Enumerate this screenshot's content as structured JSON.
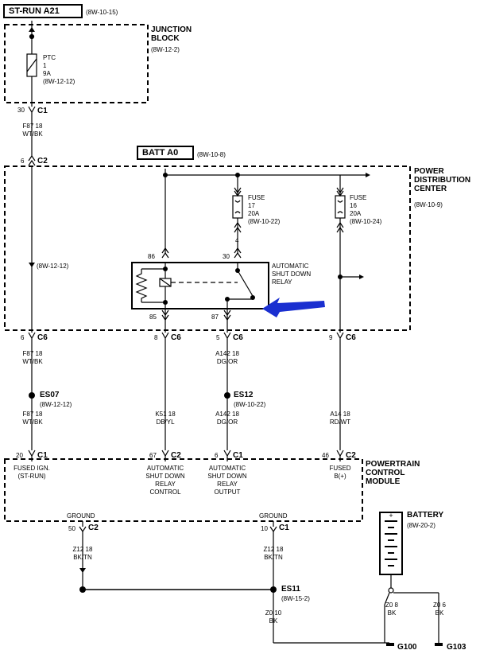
{
  "header": {
    "title": "ST-RUN A21",
    "ref": "(8W-10-15)"
  },
  "junction_block": {
    "title": "JUNCTION BLOCK",
    "ref": "(8W-12-2)",
    "ptc": {
      "name": "PTC",
      "num": "1",
      "rating": "9A",
      "ref": "(8W-12-12)"
    }
  },
  "batt": {
    "title": "BATT A0",
    "ref": "(8W-10-8)"
  },
  "pdc": {
    "title": "POWER DISTRIBUTION CENTER",
    "ref": "(8W-10-9)",
    "side_ref": "(8W-12-12)"
  },
  "fuse17": {
    "label": "FUSE",
    "num": "17",
    "rating": "20A",
    "ref": "(8W-10-22)",
    "pin": "4"
  },
  "fuse16": {
    "label": "FUSE",
    "num": "16",
    "rating": "20A",
    "ref": "(8W-10-24)"
  },
  "relay": {
    "label": "AUTOMATIC SHUT DOWN RELAY",
    "pin_86": "86",
    "pin_30": "30",
    "pin_85": "85",
    "pin_87": "87"
  },
  "connectors": {
    "c1_top": {
      "pin": "30",
      "name": "C1"
    },
    "c2_top": {
      "pin": "6",
      "name": "C2"
    },
    "c6_a": {
      "pin": "6",
      "name": "C6"
    },
    "c6_b": {
      "pin": "8",
      "name": "C6"
    },
    "c6_c": {
      "pin": "5",
      "name": "C6"
    },
    "c6_d": {
      "pin": "9",
      "name": "C6"
    },
    "pcm_a": {
      "pin": "20",
      "name": "C1"
    },
    "pcm_b": {
      "pin": "67",
      "name": "C2"
    },
    "pcm_c": {
      "pin": "6",
      "name": "C1"
    },
    "pcm_d": {
      "pin": "46",
      "name": "C2"
    },
    "gnd_a": {
      "pin": "50",
      "name": "C2"
    },
    "gnd_b": {
      "pin": "10",
      "name": "C1"
    }
  },
  "wires": {
    "f87_top": "F87 18 WT/BK",
    "f87_mid": "F87 18 WT/BK",
    "f87_low": "F87 18 WT/BK",
    "k51": "K51 18 DB/YL",
    "a142_mid": "A142 18 DG/OR",
    "a142_low": "A142 18 DG/OR",
    "a14": "A14 18 RD/WT",
    "z12_a": "Z12 18 BK/TN",
    "z12_b": "Z12 18 BK/TN",
    "z0_a": "Z0 10 BK",
    "z0_b": "Z0 8 BK",
    "z0_c": "Z0 6 BK"
  },
  "splices": {
    "es07": {
      "name": "ES07",
      "ref": "(8W-12-12)"
    },
    "es12": {
      "name": "ES12",
      "ref": "(8W-10-22)"
    },
    "es11": {
      "name": "ES11",
      "ref": "(8W-15-2)"
    }
  },
  "pcm": {
    "title": "POWERTRAIN CONTROL MODULE",
    "pin_a": "FUSED IGN. (ST-RUN)",
    "pin_b": "AUTOMATIC SHUT DOWN RELAY CONTROL",
    "pin_c": "AUTOMATIC SHUT DOWN RELAY OUTPUT",
    "pin_d": "FUSED B(+)",
    "ground_a": "GROUND",
    "ground_b": "GROUND"
  },
  "battery": {
    "title": "BATTERY",
    "ref": "(8W-20-2)"
  },
  "grounds": {
    "g100": "G100",
    "g103": "G103"
  },
  "colors": {
    "line": "#000000",
    "arrow": "#1a2fd0"
  }
}
